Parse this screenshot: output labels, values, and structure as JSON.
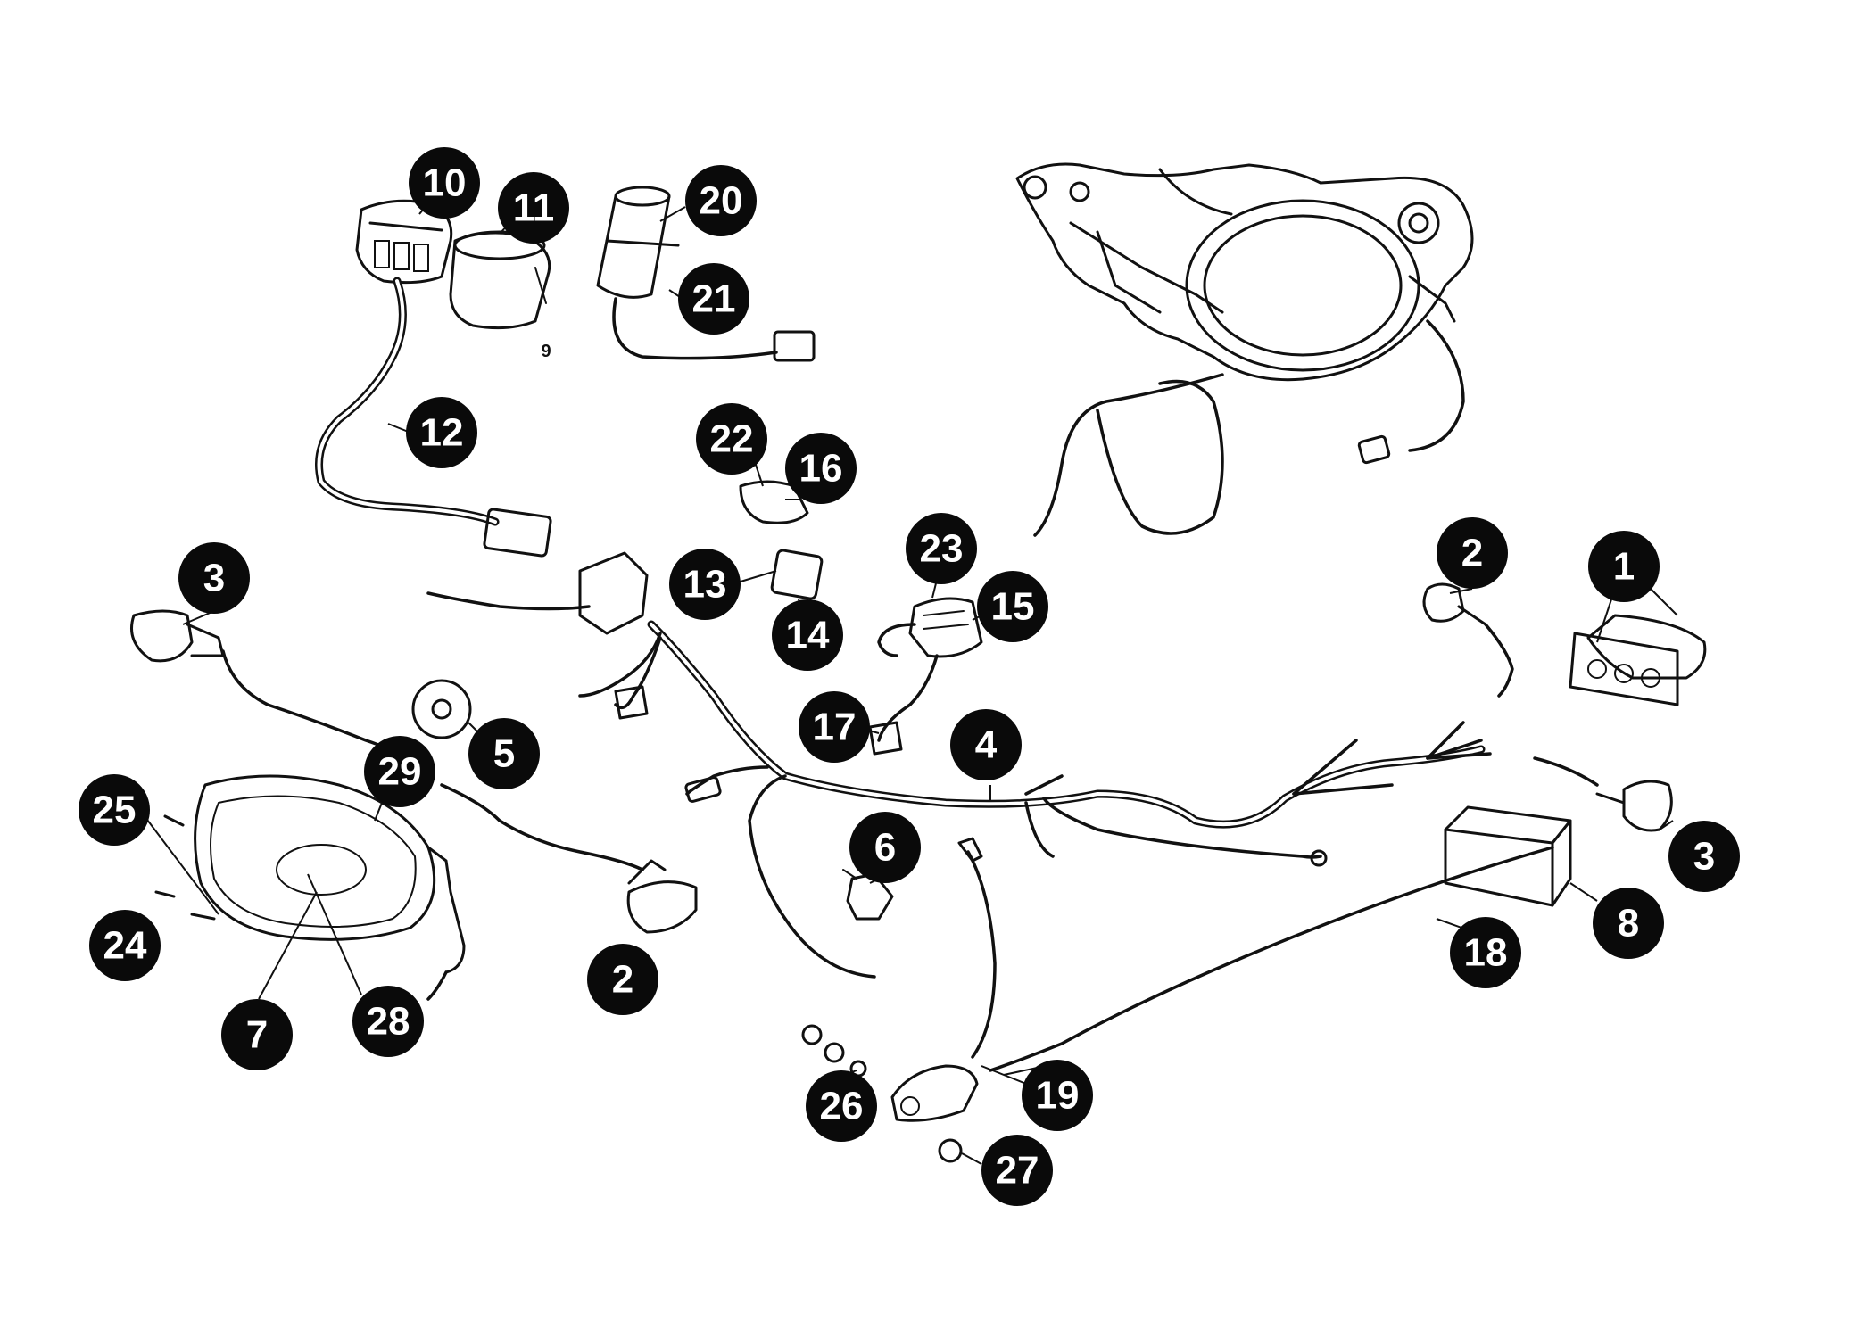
{
  "diagram": {
    "callouts": [
      {
        "label": "10"
      },
      {
        "label": "11"
      },
      {
        "label": "20"
      },
      {
        "label": "21"
      },
      {
        "label": "12"
      },
      {
        "label": "22"
      },
      {
        "label": "16"
      },
      {
        "label": "23"
      },
      {
        "label": "13"
      },
      {
        "label": "14"
      },
      {
        "label": "15"
      },
      {
        "label": "3"
      },
      {
        "label": "2"
      },
      {
        "label": "1"
      },
      {
        "label": "17"
      },
      {
        "label": "4"
      },
      {
        "label": "5"
      },
      {
        "label": "29"
      },
      {
        "label": "25"
      },
      {
        "label": "6"
      },
      {
        "label": "24"
      },
      {
        "label": "2"
      },
      {
        "label": "7"
      },
      {
        "label": "28"
      },
      {
        "label": "3"
      },
      {
        "label": "8"
      },
      {
        "label": "18"
      },
      {
        "label": "19"
      },
      {
        "label": "26"
      },
      {
        "label": "27"
      }
    ],
    "small_labels": [
      {
        "label": "9"
      }
    ]
  }
}
